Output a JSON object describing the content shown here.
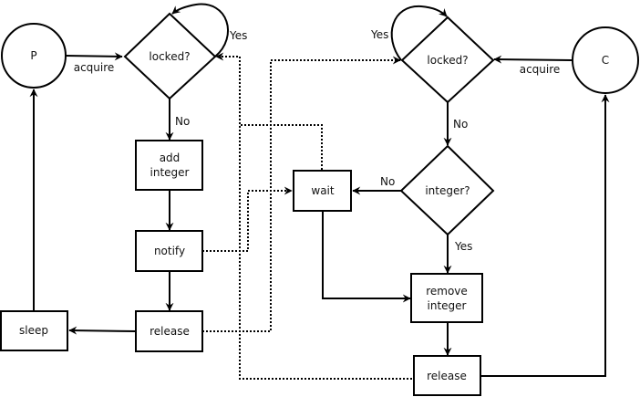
{
  "nodes": {
    "p": "P",
    "c": "C",
    "locked_left": "locked?",
    "locked_right": "locked?",
    "add_integer": [
      "add",
      "integer"
    ],
    "notify": "notify",
    "release_left": "release",
    "sleep": "sleep",
    "wait": "wait",
    "integer_q": "integer?",
    "remove_integer": [
      "remove",
      "integer"
    ],
    "release_right": "release"
  },
  "labels": {
    "acquire_left": "acquire",
    "acquire_right": "acquire",
    "yes_left": "Yes",
    "no_left": "No",
    "yes_right": "Yes",
    "no_right": "No",
    "no_integer": "No",
    "yes_integer": "Yes"
  }
}
